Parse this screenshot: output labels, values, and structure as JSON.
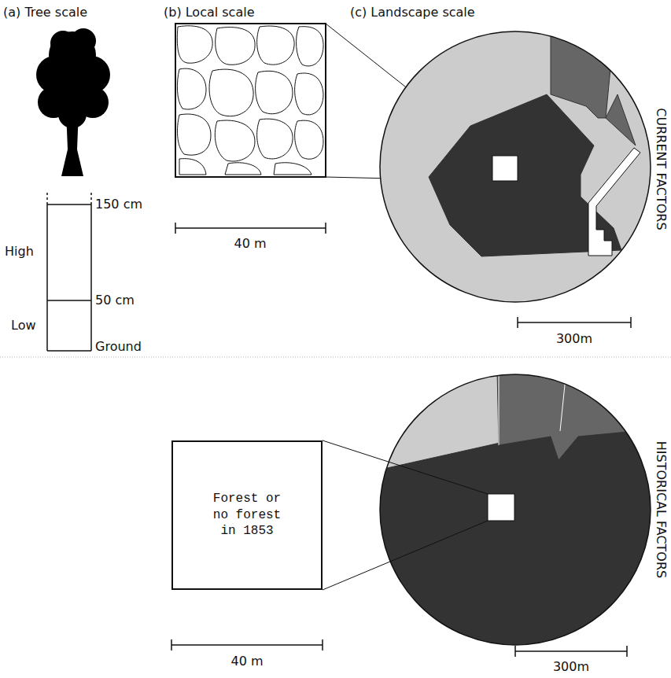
{
  "diagram": {
    "nodes": [
      {
        "text": [
          "Forest or no forest in 1853"
        ]
      }
    ],
    "labels": [
      "(a) Tree scale",
      "(b) Local scale",
      "(c) Landscape scale",
      "CURRENT FACTORS",
      "150 cm",
      "High",
      "50 cm",
      "Low",
      "Ground",
      "40 m",
      "300m",
      "HISTORICAL FACTORS",
      "40 m",
      "300m"
    ]
  }
}
